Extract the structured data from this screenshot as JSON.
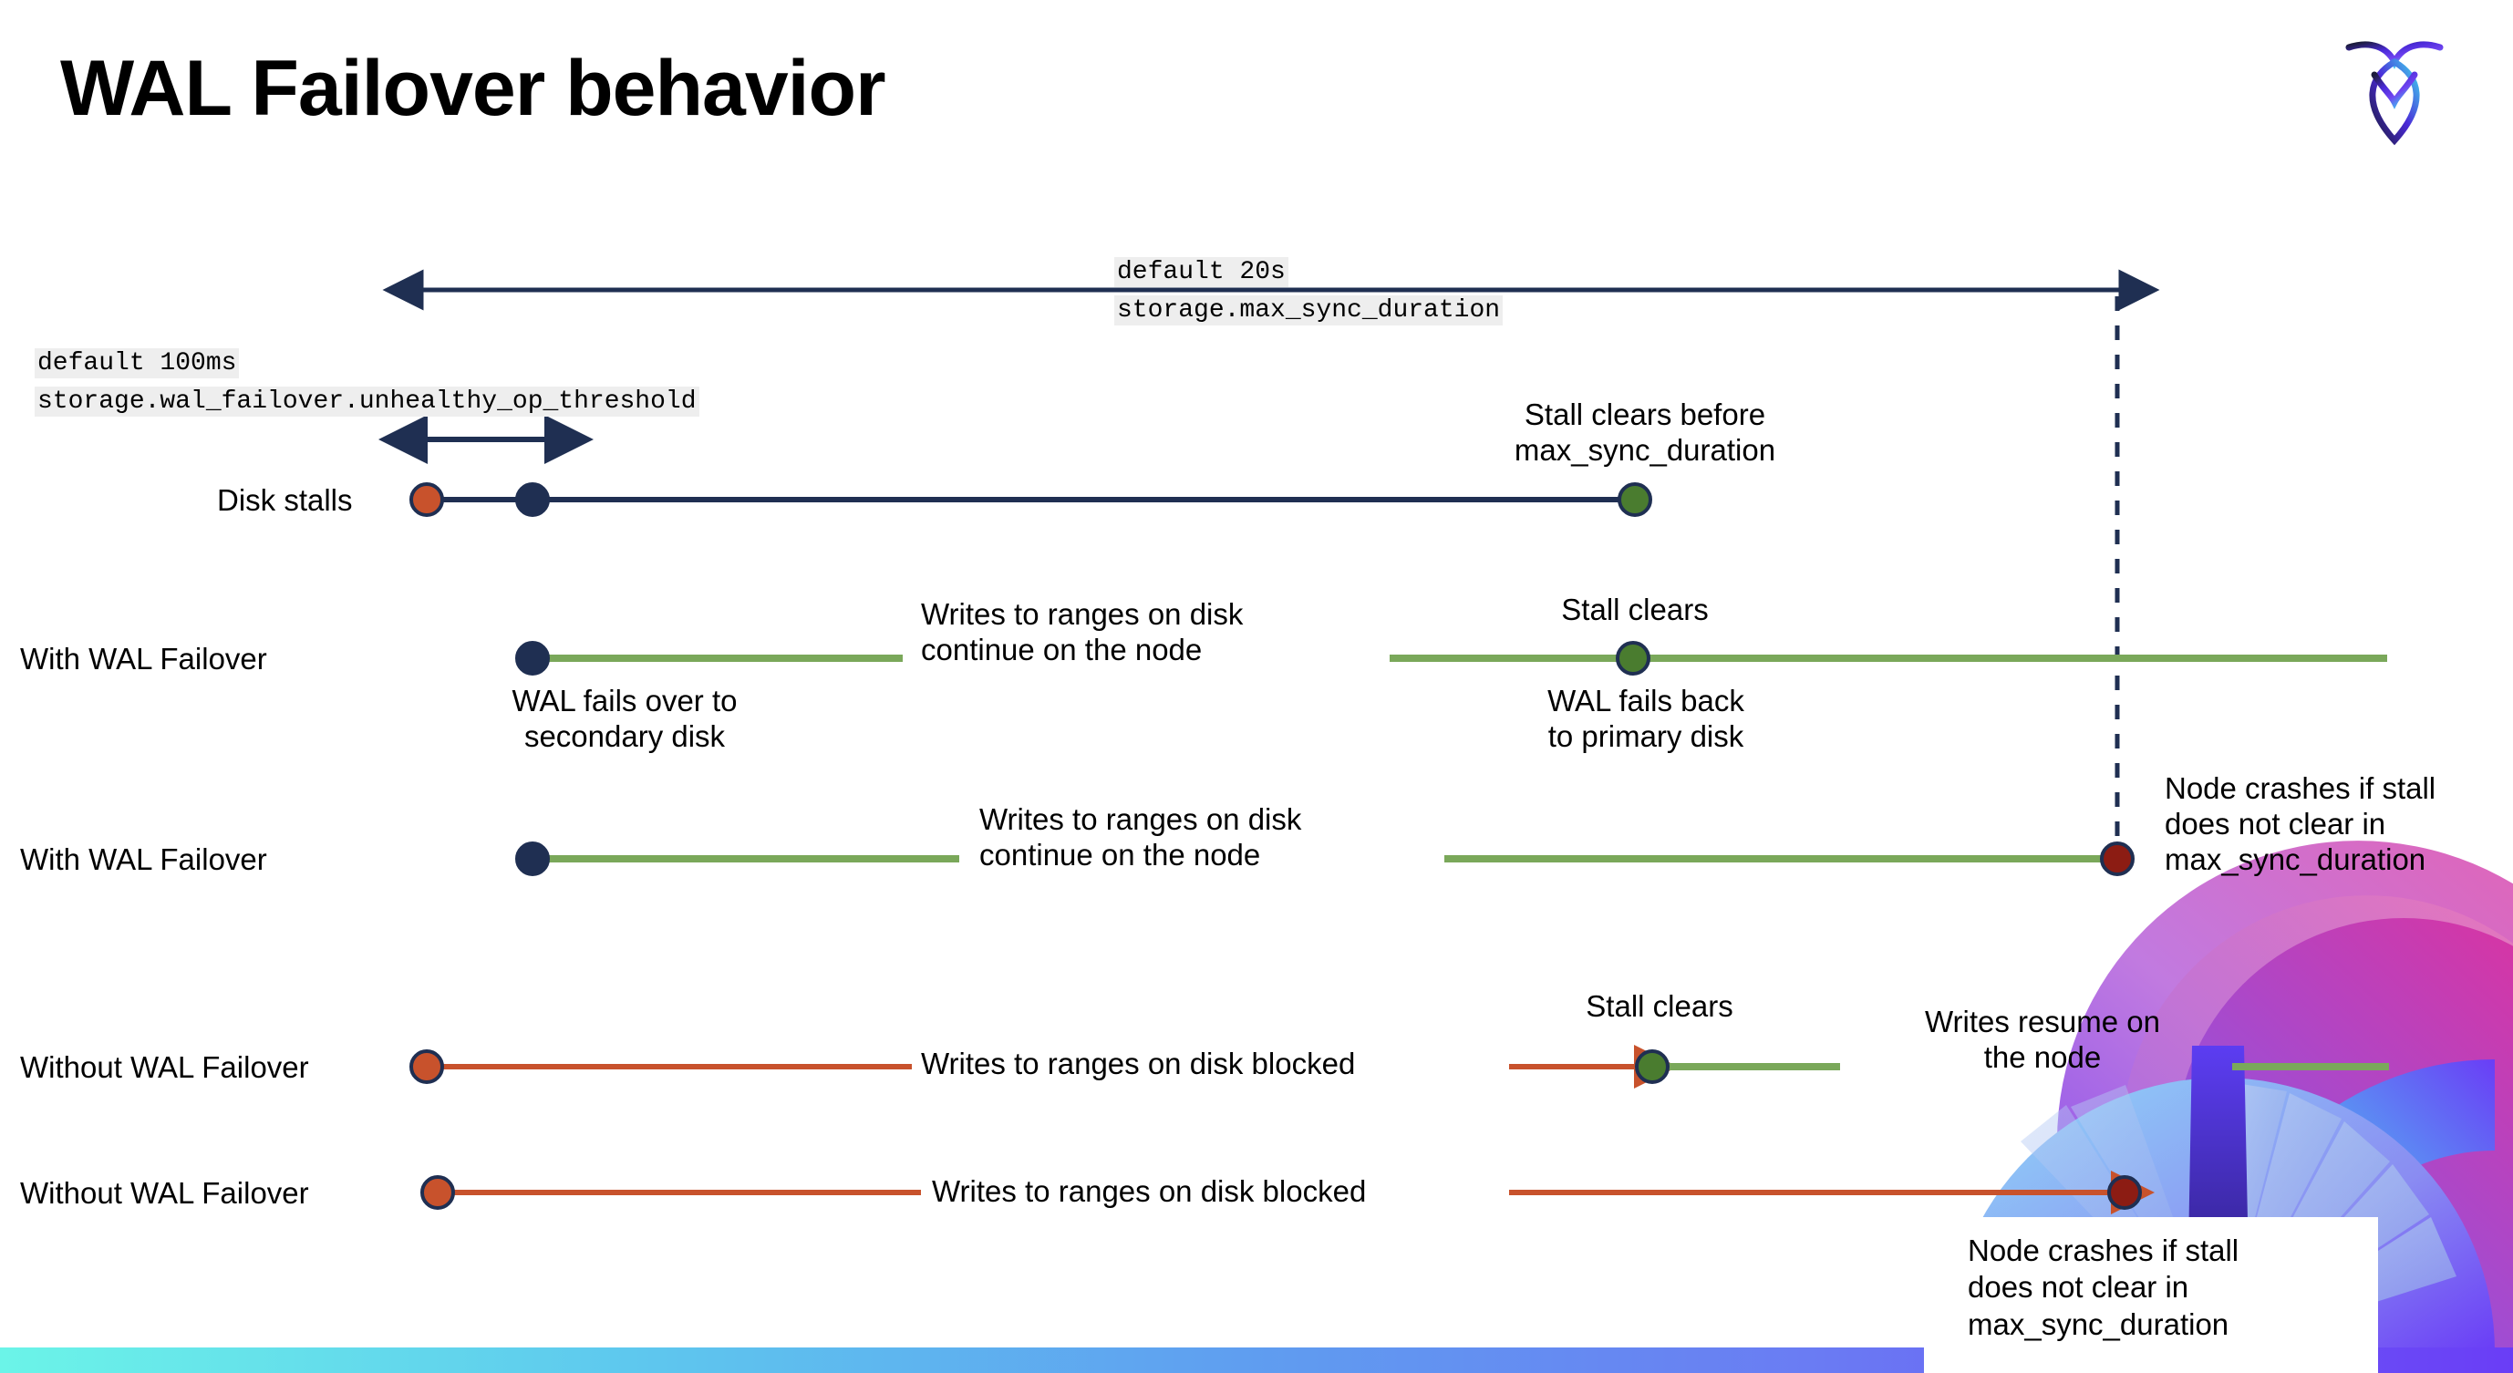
{
  "page_title": "WAL Failover behavior",
  "logo": {
    "name": "cockroachdb-logo"
  },
  "colors": {
    "navy": "#1f2f52",
    "green_line": "#7aa85a",
    "green_marker": "#4a7c2f",
    "orange": "#c8522c",
    "dark_red": "#8c1c13",
    "code_bg": "#eeeeee",
    "bottom_bar_from": "#6bf4e8",
    "bottom_bar_to": "#6a3df6"
  },
  "settings": {
    "max_sync": {
      "default": "default 20s",
      "name": "storage.max_sync_duration"
    },
    "unhealthy_op": {
      "default": "default 100ms",
      "name": "storage.wal_failover.unhealthy_op_threshold"
    }
  },
  "rows": [
    {
      "label": "Disk stalls",
      "annotations": [
        "Stall clears before\nmax_sync_duration"
      ]
    },
    {
      "label": "With WAL Failover",
      "annotations": [
        "Writes to ranges on disk\ncontinue on the node",
        "Stall clears",
        "WAL fails over to\nsecondary disk",
        "WAL fails  back\nto primary disk"
      ]
    },
    {
      "label": "With WAL Failover",
      "annotations": [
        "Writes to ranges on disk\ncontinue on the node",
        "Node crashes if stall\ndoes not clear in\nmax_sync_duration"
      ]
    },
    {
      "label": "Without WAL Failover",
      "annotations": [
        "Writes to ranges on disk  blocked",
        "Stall clears",
        "Writes resume on\nthe node"
      ]
    },
    {
      "label": "Without WAL Failover",
      "annotations": [
        "Writes to ranges on disk  blocked",
        "Node crashes if stall\ndoes not clear in\nmax_sync_duration"
      ]
    }
  ]
}
